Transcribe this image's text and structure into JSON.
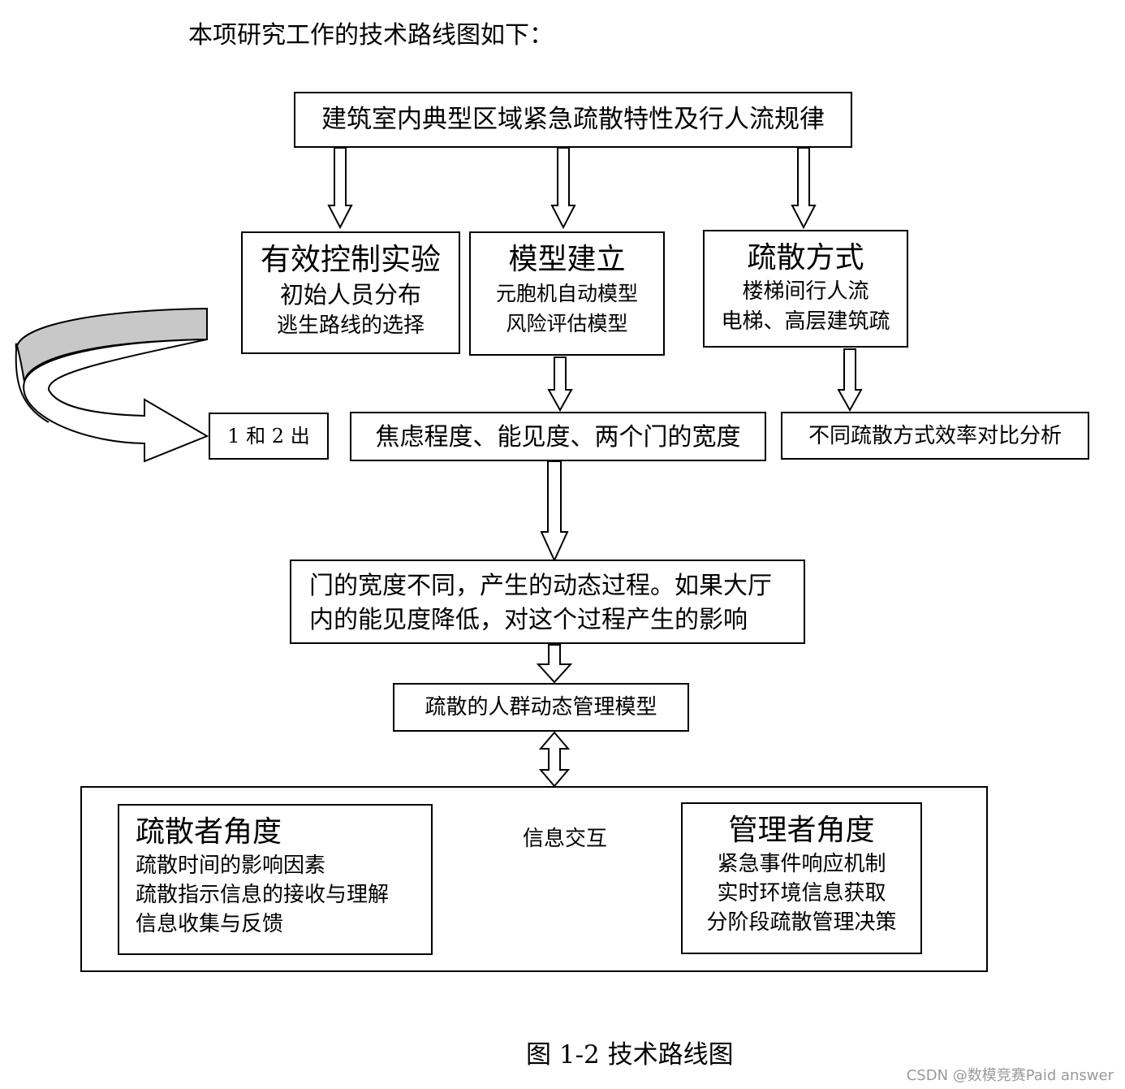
{
  "intro": "本项研究工作的技术路线图如下：",
  "top_box": "建筑室内典型区域紧急疏散特性及行人流规律",
  "branch_left": {
    "title": "有效控制实验",
    "lines": [
      "初始人员分布",
      "逃生路线的选择"
    ]
  },
  "branch_mid": {
    "title": "模型建立",
    "lines": [
      "元胞机自动模型",
      "风险评估模型"
    ]
  },
  "branch_right": {
    "title": "疏散方式",
    "lines": [
      "楼梯间行人流",
      "电梯、高层建筑疏"
    ]
  },
  "exit_box": "1 和 2 出",
  "factors_box": "焦虑程度、能见度、两个门的宽度",
  "compare_box": "不同疏散方式效率对比分析",
  "process_box": {
    "lines": [
      "门的宽度不同，产生的动态过程。如果大厅",
      "内的能见度降低，对这个过程产生的影响"
    ]
  },
  "model_box": "疏散的人群动态管理模型",
  "evacuee": {
    "title": "疏散者角度",
    "lines": [
      "疏散时间的影响因素",
      "疏散指示信息的接收与理解",
      "信息收集与反馈"
    ]
  },
  "info_exchange": "信息交互",
  "manager": {
    "title": "管理者角度",
    "lines": [
      "紧急事件响应机制",
      "实时环境信息获取",
      "分阶段疏散管理决策"
    ]
  },
  "caption": "图 1-2 技术路线图",
  "watermark": "CSDN @数模竞赛Paid answer"
}
